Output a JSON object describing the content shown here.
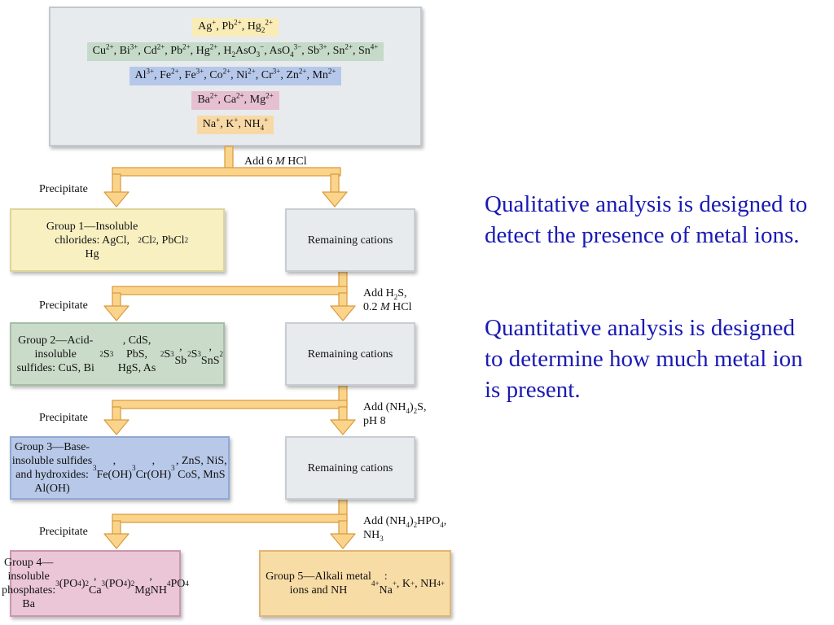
{
  "cation_groups_header": [
    {
      "label": "Ag<sup>+</sup>, Pb<sup>2+</sup>, Hg<sub>2</sub><sup>2+</sup>",
      "color": "#f9ecb6"
    },
    {
      "label": "Cu<sup>2+</sup>, Bi<sup>3+</sup>, Cd<sup>2+</sup>, Pb<sup>2+</sup>, Hg<sup>2+</sup>, H<sub>2</sub>AsO<sub>3</sub><sup>−</sup>, AsO<sub>4</sub><sup>3−</sup>, Sb<sup>3+</sup>, Sn<sup>2+</sup>, Sn<sup>4+</sup>",
      "color": "#c5dac8"
    },
    {
      "label": "Al<sup>3+</sup>, Fe<sup>2+</sup>, Fe<sup>3+</sup>, Co<sup>2+</sup>, Ni<sup>2+</sup>, Cr<sup>3+</sup>, Zn<sup>2+</sup>, Mn<sup>2+</sup>",
      "color": "#b6c8ea"
    },
    {
      "label": "Ba<sup>2+</sup>, Ca<sup>2+</sup>, Mg<sup>2+</sup>",
      "color": "#e6c0d0"
    },
    {
      "label": "Na<sup>+</sup>, K<sup>+</sup>, NH<sub>4</sub><sup>+</sup>",
      "color": "#f8d9a6"
    }
  ],
  "reagents": [
    "Add 6 <i>M</i> HCl",
    "Add H<sub>2</sub>S,<br>0.2 <i>M</i> HCl",
    "Add (NH<sub>4</sub>)<sub>2</sub>S,<br>pH 8",
    "Add (NH<sub>4</sub>)<sub>2</sub>HPO<sub>4</sub>,<br>NH<sub>3</sub>"
  ],
  "precipitate_label": "Precipitate",
  "remaining_label": "Remaining cations",
  "groups": [
    "Group 1—Insoluble<br>chlorides: AgCl,<br>Hg<sub>2</sub>Cl<sub>2</sub>, PbCl<sub>2</sub>",
    "Group 2—Acid-insoluble<br>sulfides: CuS, Bi<sub>2</sub>S<sub>3</sub>, CdS,<br>PbS, HgS, As<sub>2</sub>S<sub>3</sub>, Sb<sub>2</sub>S<sub>3</sub>, SnS<sub>2</sub>",
    "Group 3—Base-insoluble sulfides<br>and hydroxides: Al(OH)<sub>3</sub>, Fe(OH)<sub>3</sub>,<br>Cr(OH)<sub>3</sub>, ZnS, NiS, CoS, MnS",
    "Group 4—insoluble<br>phosphates: Ba<sub>3</sub>(PO<sub>4</sub>)<sub>2</sub>,<br>Ca<sub>3</sub>(PO<sub>4</sub>)<sub>2</sub>, MgNH<sub>4</sub>PO<sub>4</sub>",
    "Group 5—Alkali metal<br>ions and NH<sub>4</sub><sup>+</sup>:<br>Na<sup>+</sup>, K<sup>+</sup>, NH<sub>4</sub><sup>+</sup>"
  ],
  "text": {
    "qualitative": "Qualitative analysis is designed to detect the presence of metal ions.",
    "quantitative": "Quantitative analysis is designed to determine how much metal ion is present."
  },
  "colors": {
    "arrow_fill": "#fbd48c",
    "arrow_edge": "#d99a3c",
    "side_text": "#1a1ab4"
  }
}
